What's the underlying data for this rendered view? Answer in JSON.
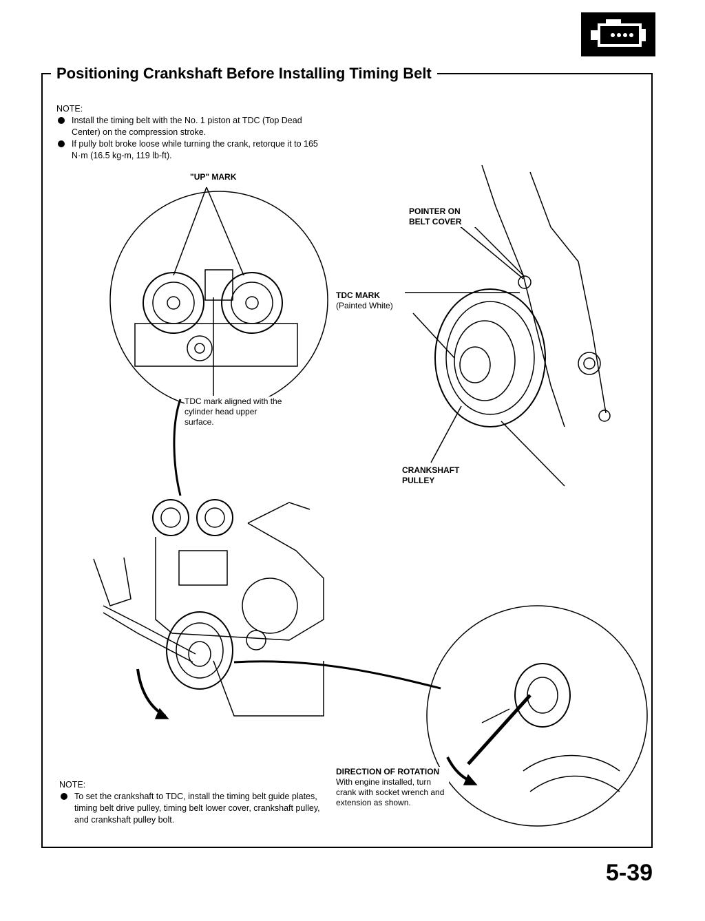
{
  "title": "Positioning Crankshaft Before Installing Timing Belt",
  "page_number": "5-39",
  "section_icon": "engine-icon",
  "note_top": {
    "heading": "NOTE:",
    "items": [
      "Install the timing belt with the No. 1 piston at TDC (Top Dead Center) on the compression stroke.",
      "If pully bolt broke loose while turning the crank, retorque it to 165 N·m (16.5 kg-m, 119 lb-ft)."
    ]
  },
  "labels": {
    "up_mark": "\"UP\" MARK",
    "tdc_aligned": "TDC mark aligned with the cylinder head upper surface.",
    "pointer_on_belt_cover": "POINTER ON BELT COVER",
    "tdc_mark": "TDC MARK",
    "tdc_mark_note": "(Painted White)",
    "crankshaft_pulley": "CRANKSHAFT PULLEY",
    "direction_title": "DIRECTION OF ROTATION",
    "direction_text": "With engine installed, turn crank with socket wrench and extension as shown."
  },
  "note_bottom": {
    "heading": "NOTE:",
    "items": [
      "To set the crankshaft to TDC, install the timing belt guide plates, timing belt drive pulley, timing belt lower cover, crankshaft pulley, and crankshaft pulley bolt."
    ]
  }
}
